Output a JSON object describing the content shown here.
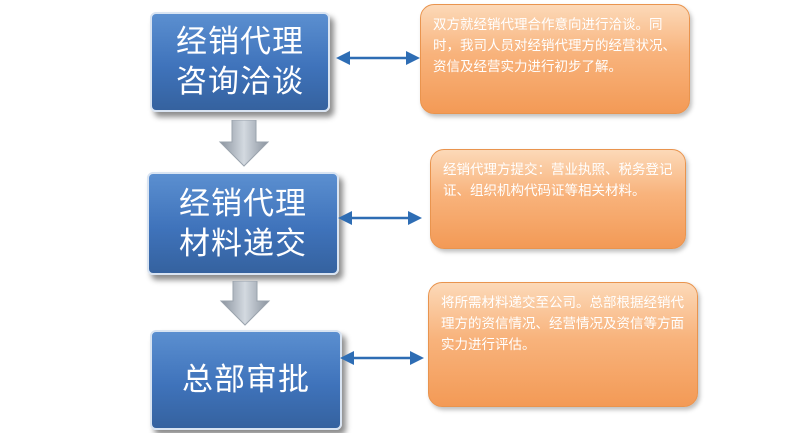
{
  "steps": [
    {
      "line1": "经销代理",
      "line2": "咨询洽谈"
    },
    {
      "line1": "经销代理",
      "line2": "材料递交"
    },
    {
      "line1": "总部审批",
      "line2": ""
    }
  ],
  "notes": [
    "双方就经销代理合作意向进行洽谈。同时，我司人员对经销代理方的经营状况、资信及经营实力进行初步了解。",
    "经销代理方提交：营业执照、税务登记证、组织机构代码证等相关材料。",
    "将所需材料递交至公司。总部根据经销代理方的资信情况、经营情况及资信等方面实力进行评估。"
  ],
  "colors": {
    "step_blue": "#4a7fc4",
    "note_orange": "#f6a463",
    "arrow_blue": "#2e6db4",
    "down_arrow_gray": "#b4bcc6"
  }
}
